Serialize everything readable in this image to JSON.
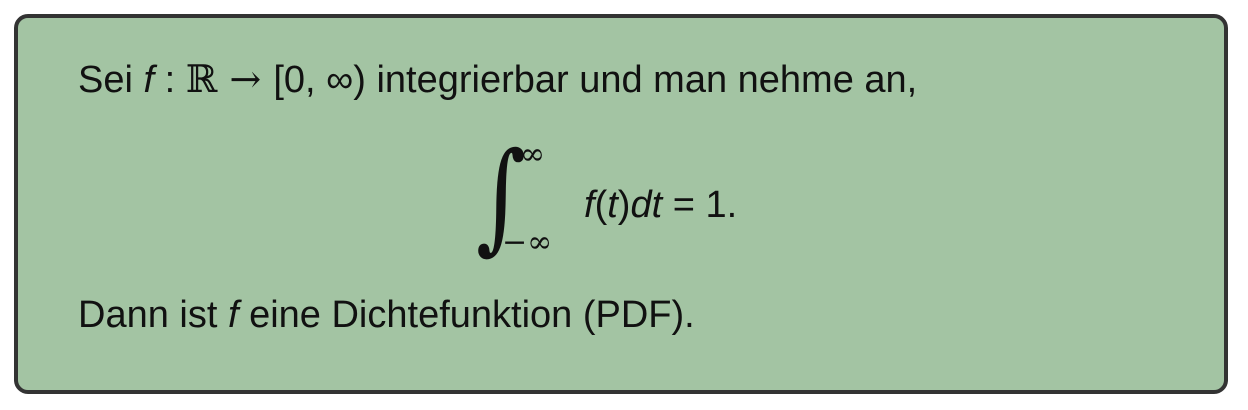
{
  "definition": {
    "line1": {
      "prefix": "Sei ",
      "func": "f",
      "colon": " : ",
      "reals": "ℝ",
      "arrow": " → ",
      "interval": "[0, ∞)",
      "suffix": " integrierbar und man nehme an,"
    },
    "formula": {
      "integral_sign": "∫",
      "upper_limit": "∞",
      "lower_limit": "−∞",
      "f": "f",
      "lparen": "(",
      "t": "t",
      "rparen": ")",
      "d": "d",
      "t2": "t",
      "rhs": " = 1."
    },
    "line3": {
      "prefix": "Dann ist ",
      "func": "f",
      "suffix": " eine Dichtefunktion (PDF)."
    }
  }
}
